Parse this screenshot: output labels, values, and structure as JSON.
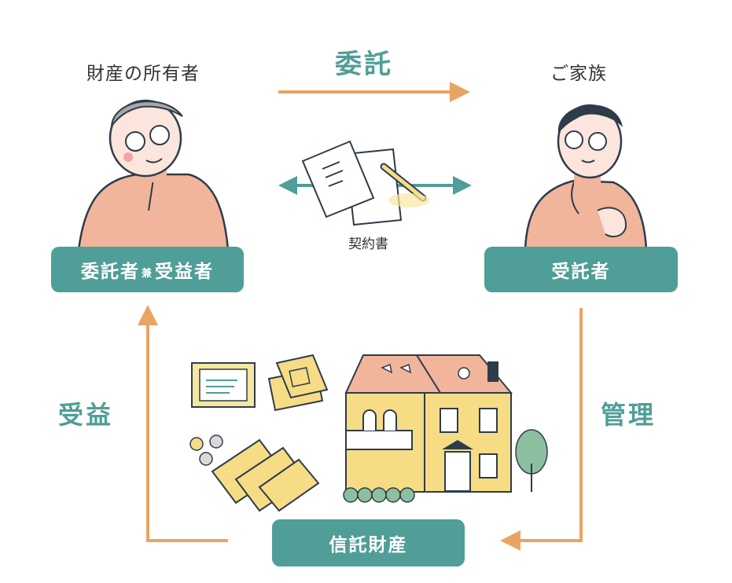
{
  "settlor_caption": "財産の所有者",
  "trustee_caption": "ご家族",
  "entrust_label": "委託",
  "contract_label": "契約書",
  "settlor_box": {
    "part1": "委託者",
    "small": "兼",
    "part2": "受益者"
  },
  "trustee_box": "受託者",
  "benefit_label": "受益",
  "manage_label": "管理",
  "property_box": "信託財産",
  "colors": {
    "teal": "#4f9e97",
    "orange": "#e9a462",
    "skin": "#f1b59c",
    "house": "#f6dc84"
  }
}
